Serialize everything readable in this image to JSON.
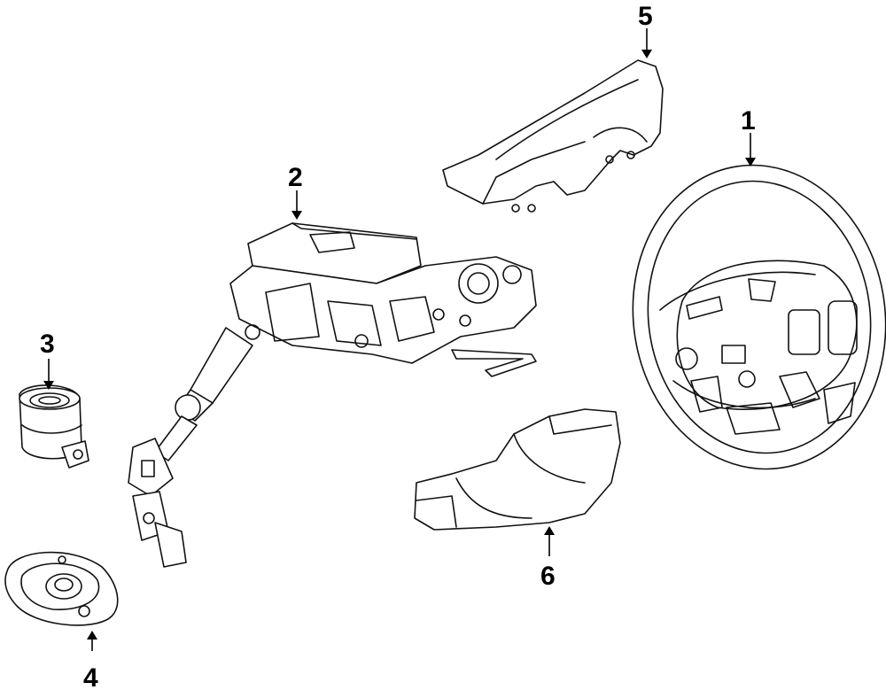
{
  "callouts": [
    {
      "id": "1",
      "label": "1"
    },
    {
      "id": "2",
      "label": "2"
    },
    {
      "id": "3",
      "label": "3"
    },
    {
      "id": "4",
      "label": "4"
    },
    {
      "id": "5",
      "label": "5"
    },
    {
      "id": "6",
      "label": "6"
    }
  ],
  "colors": {
    "line": "#111111",
    "background": "#ffffff"
  }
}
